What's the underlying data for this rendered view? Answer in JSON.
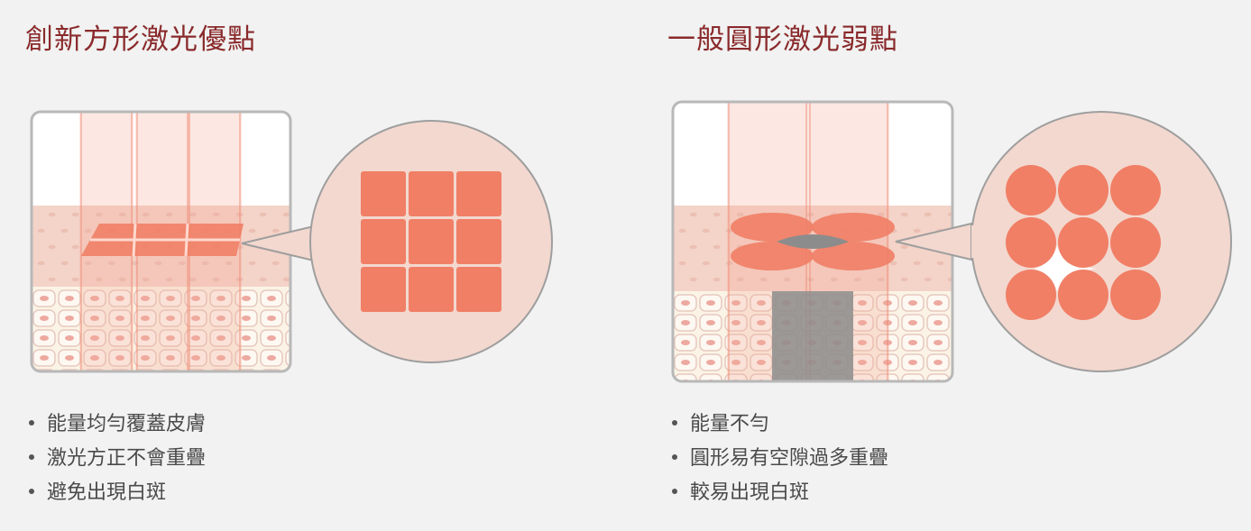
{
  "left_panel": {
    "title": "創新方形激光優點",
    "points": [
      "能量均勻覆蓋皮膚",
      "激光方正不會重疊",
      "避免出現白斑"
    ]
  },
  "right_panel": {
    "title": "一般圓形激光弱點",
    "points": [
      "能量不勻",
      "圓形易有空隙過多重疊",
      "較易出現白斑"
    ]
  },
  "colors": {
    "title": "#8a2a2c",
    "laser_spot": "#f07f66",
    "skin": "#f4d3c8",
    "zoom_fill": "#f3d8cf",
    "frame": "#b8b8b8",
    "gap": "#8c8c8c"
  },
  "icons": [
    "square-laser-skin-diagram",
    "round-laser-skin-diagram",
    "square-spot-zoom",
    "round-spot-zoom"
  ]
}
